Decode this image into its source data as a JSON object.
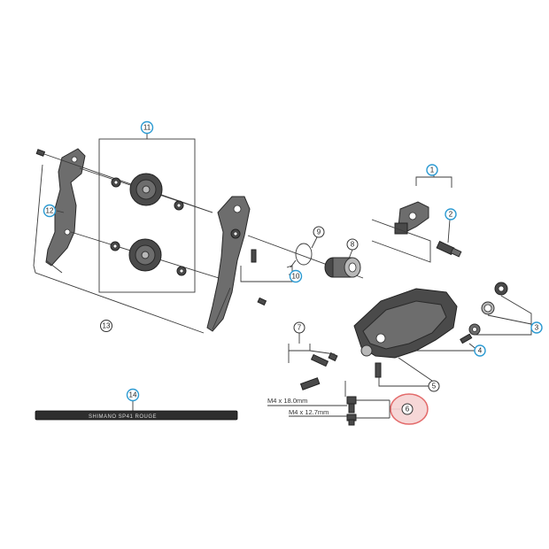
{
  "callouts": {
    "c1": "1",
    "c2": "2",
    "c3": "3",
    "c4": "4",
    "c5": "5",
    "c6": "6",
    "c7": "7",
    "c8": "8",
    "c9": "9",
    "c10": "10",
    "c11": "11",
    "c12": "12",
    "c13": "13",
    "c14": "14"
  },
  "dimensions": {
    "bolt_long": "M4 x 18.0mm",
    "bolt_short": "M4 x 12.7mm"
  },
  "cable_print": "SHIMANO SP41 ROUGE",
  "colors": {
    "callout_blue": "#2b9ad2",
    "highlight_ring": "#e05a5a",
    "highlight_fill": "#f6d3d3",
    "metal_dark": "#4a4a4a",
    "metal_mid": "#6d6d6d"
  },
  "icons": {
    "pulley": "gear-pulley-icon",
    "bolt": "bolt-icon",
    "cage_plate": "cage-plate-icon"
  }
}
